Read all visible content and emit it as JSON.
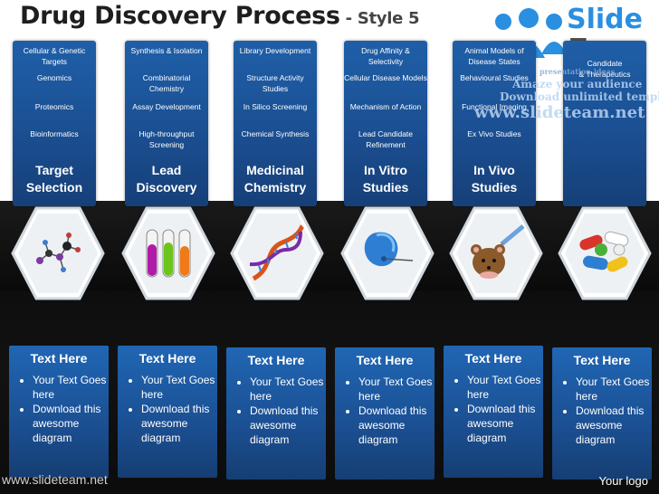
{
  "title": {
    "main": "Drug Discovery Process",
    "sub": " - Style 5"
  },
  "columns": [
    {
      "items": [
        "Cellular & Genetic Targets",
        "Genomics",
        "Proteomics",
        "Bioinformatics"
      ],
      "heading": "Target Selection"
    },
    {
      "items": [
        "Synthesis & Isolation",
        "Combinatorial Chemistry",
        "Assay Development",
        "High-throughput Screening"
      ],
      "heading": "Lead Discovery"
    },
    {
      "items": [
        "Library Development",
        "Structure Activity Studies",
        "In Silico Screening",
        "Chemical Synthesis"
      ],
      "heading": "Medicinal Chemistry"
    },
    {
      "items": [
        "Drug Affinity & Selectivity",
        "Cellular Disease Models",
        "Mechanism of Action",
        "Lead Candidate Refinement"
      ],
      "heading": "In Vitro Studies"
    },
    {
      "items": [
        "Animal Models of Disease States",
        "Behavioural Studies",
        "Functional Imaging",
        "Ex Vivo Studies"
      ],
      "heading": "In Vivo Studies"
    },
    {
      "items": [
        "Candidate",
        "& Therapeutics"
      ],
      "heading": ""
    }
  ],
  "hex_icons": [
    "molecule-icon",
    "test-tubes-icon",
    "dna-helix-icon",
    "cell-injection-icon",
    "mouse-syringe-icon",
    "pills-icon"
  ],
  "bottom_cards": [
    {
      "title": "Text Here",
      "bullets": [
        "Your Text Goes here",
        "Download this awesome diagram"
      ]
    },
    {
      "title": "Text Here",
      "bullets": [
        "Your Text Goes here",
        "Download this awesome diagram"
      ]
    },
    {
      "title": "Text Here",
      "bullets": [
        "Your Text Goes here",
        "Download this awesome diagram"
      ]
    },
    {
      "title": "Text Here",
      "bullets": [
        "Your Text Goes here",
        "Download this awesome diagram"
      ]
    },
    {
      "title": "Text Here",
      "bullets": [
        "Your Text Goes here",
        "Download this awesome diagram"
      ]
    },
    {
      "title": "Text Here",
      "bullets": [
        "Your Text Goes here",
        "Download this awesome diagram"
      ]
    }
  ],
  "logo": {
    "line1": "Slide",
    "line2": "Team"
  },
  "watermark": {
    "line1": "Amaze your audience",
    "line2": "Download unlimited templates",
    "line3": "www.slideteam.net",
    "small": "presentation ideas"
  },
  "footer": {
    "url": "www.slideteam.net",
    "your_logo": "Your logo"
  },
  "colors": {
    "card_blue": "#1b4f92",
    "logo_blue": "#2a8fe0",
    "band_dark": "#111111"
  }
}
